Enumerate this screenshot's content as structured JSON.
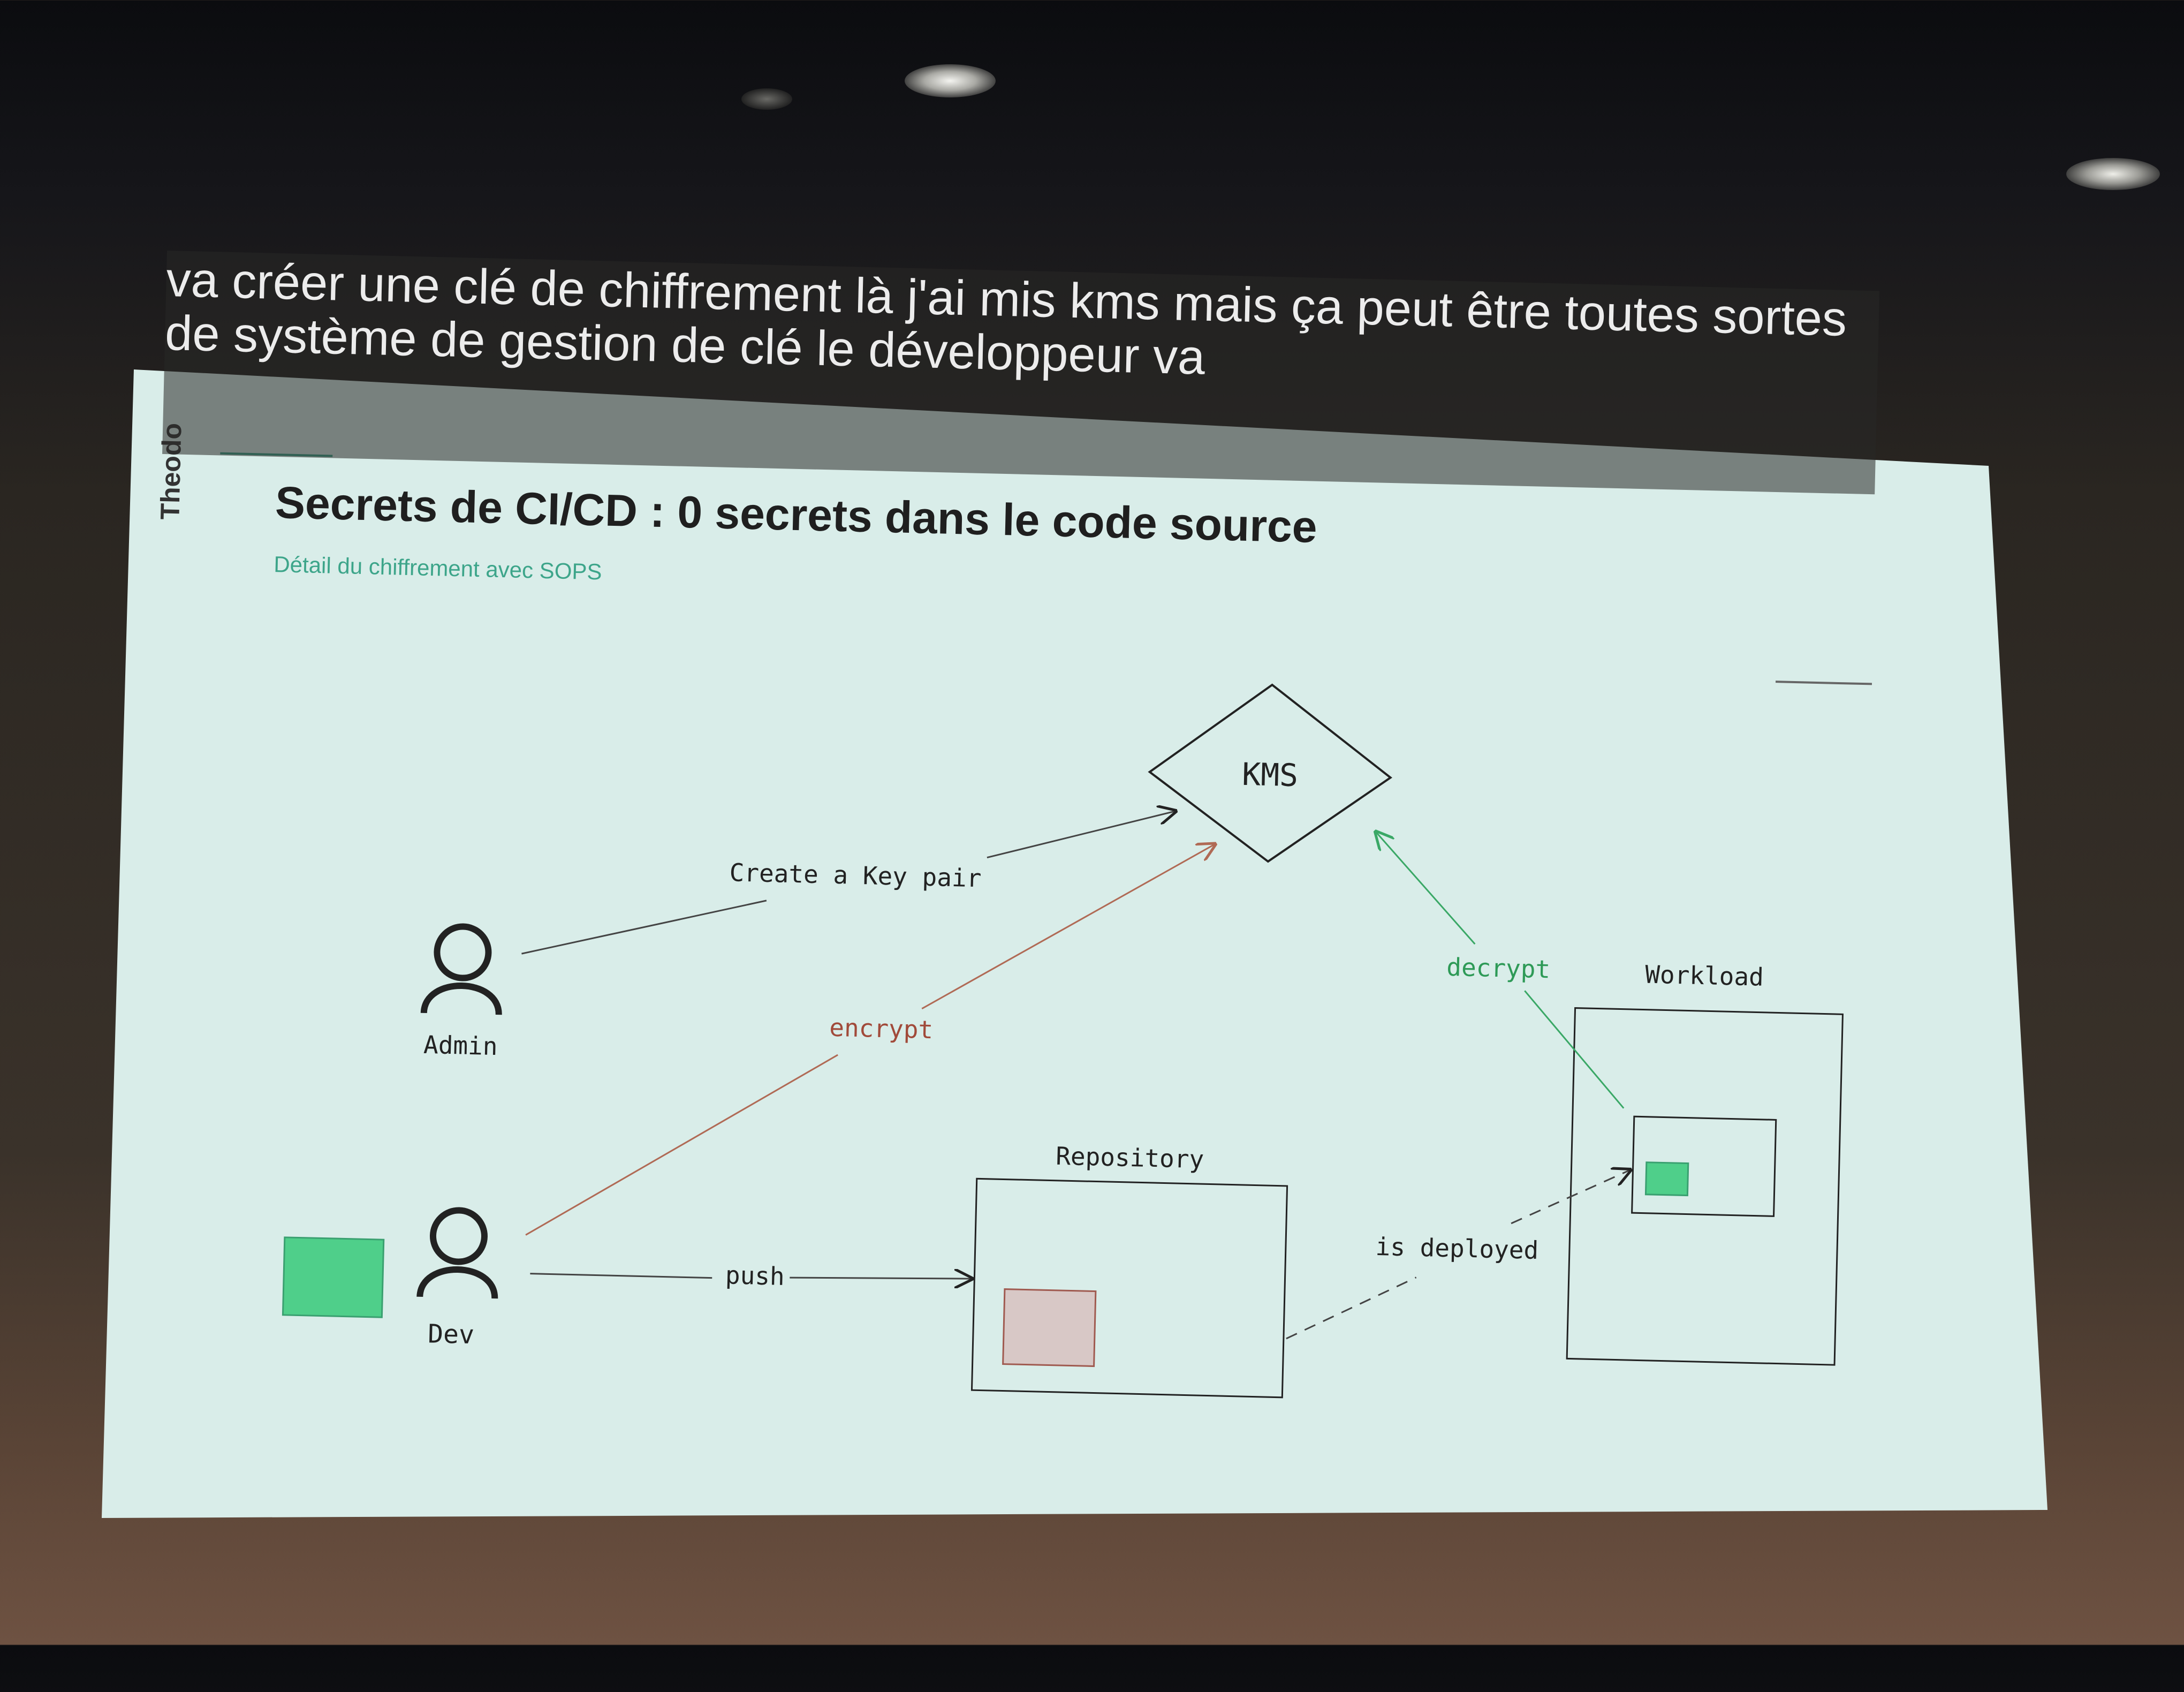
{
  "subtitle": {
    "line1": "va créer une clé de chiffrement là j'ai mis kms mais ça peut être toutes sortes",
    "line2": "de système de gestion de clé le développeur va"
  },
  "slide": {
    "brand": "Theodo",
    "title": "Secrets de CI/CD : 0 secrets dans le code source",
    "subtitle": "Détail du chiffrement avec SOPS",
    "accent_color": "#3da58a",
    "background_color": "#d9ede9"
  },
  "diagram": {
    "nodes": {
      "kms": "KMS",
      "admin": "Admin",
      "dev": "Dev",
      "repository": "Repository",
      "workload": "Workload"
    },
    "edges": {
      "create_key_pair": "Create a Key pair",
      "encrypt": "encrypt",
      "decrypt": "decrypt",
      "push": "push",
      "is_deployed": "is deployed"
    },
    "colors": {
      "secret_plain": "#4fcf8a",
      "secret_encrypted": "#d8c8c6",
      "encrypt_line": "#b06a55",
      "decrypt_line": "#3aa866"
    }
  }
}
